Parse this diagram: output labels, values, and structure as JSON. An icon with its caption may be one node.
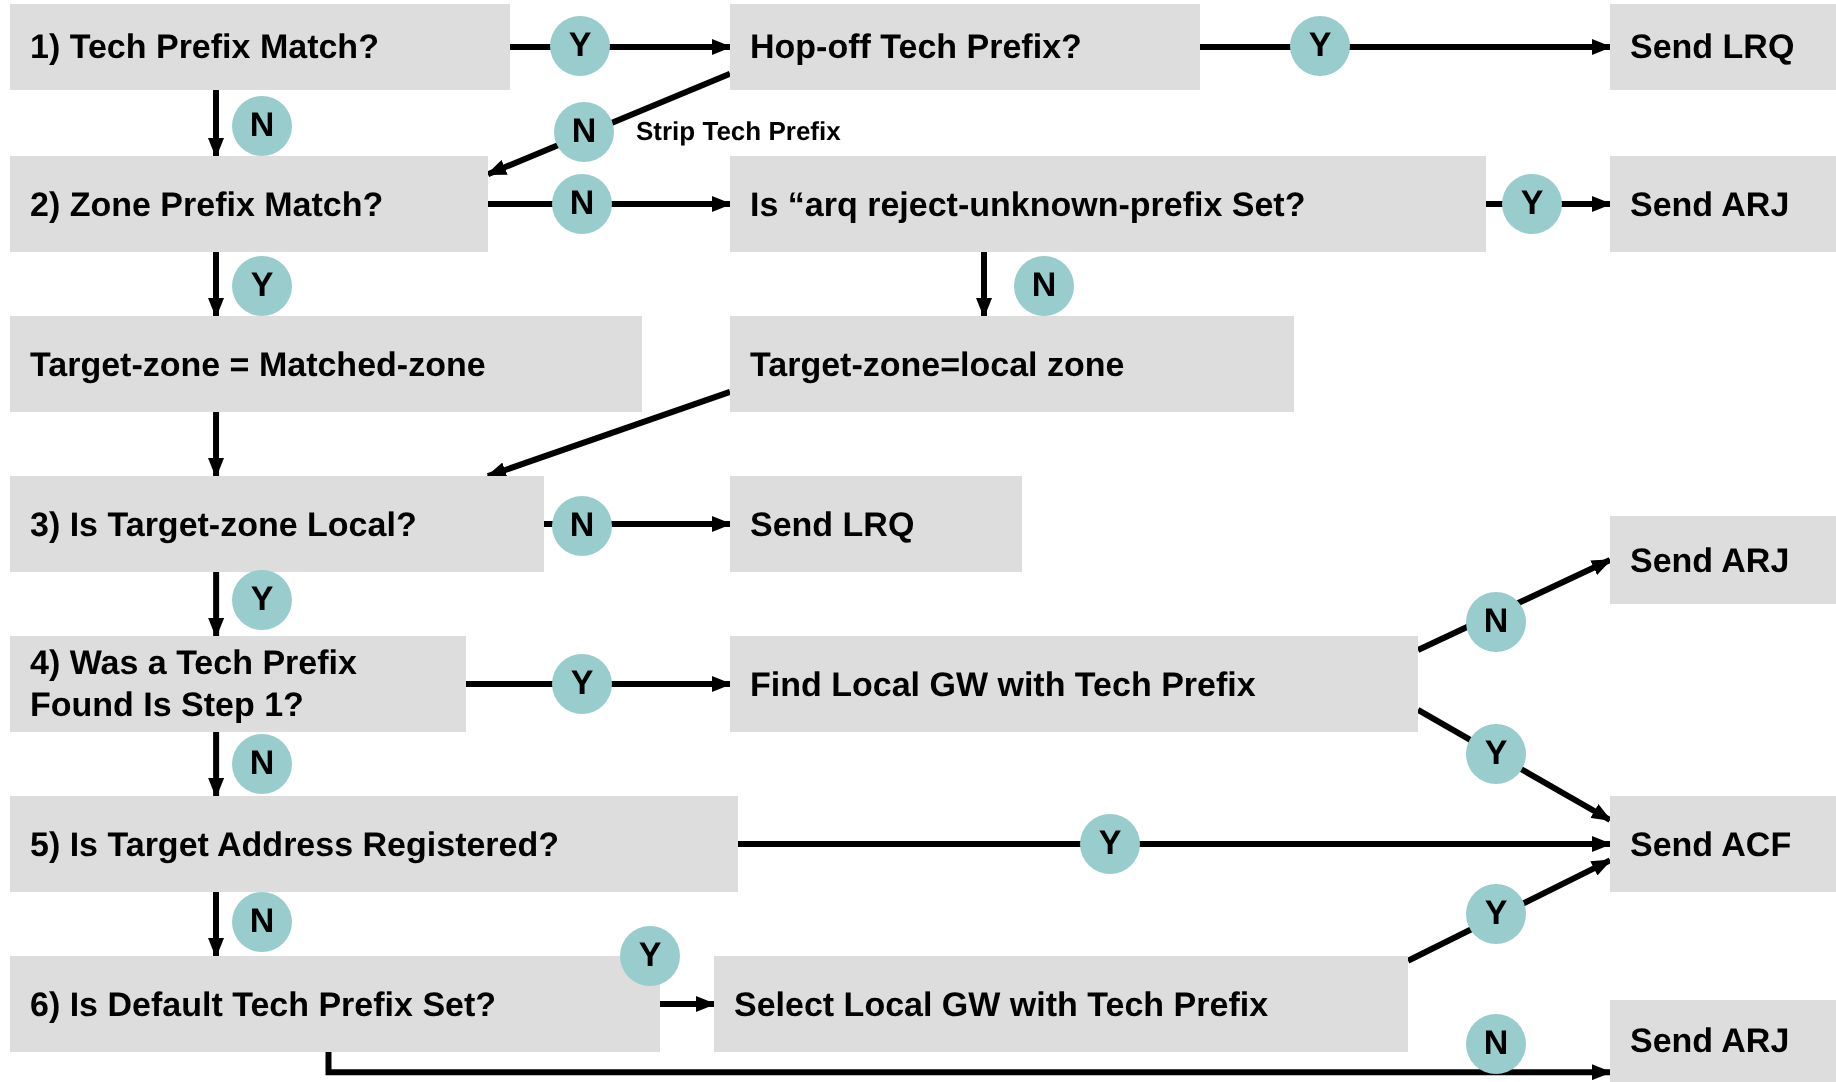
{
  "diagram": {
    "nodes": [
      {
        "text": [
          "1) Tech Prefix Match?"
        ]
      },
      {
        "text": [
          "Hop-off Tech Prefix?"
        ]
      },
      {
        "text": [
          "Send LRQ"
        ]
      },
      {
        "text": [
          "2) Zone Prefix Match?"
        ]
      },
      {
        "text": [
          "Is “arq reject-unknown-prefix Set?"
        ]
      },
      {
        "text": [
          "Send ARJ"
        ]
      },
      {
        "text": [
          "Target-zone = Matched-zone"
        ]
      },
      {
        "text": [
          "Target-zone=local zone"
        ]
      },
      {
        "text": [
          "3) Is Target-zone Local?"
        ]
      },
      {
        "text": [
          "Send LRQ"
        ]
      },
      {
        "text": [
          "Send ARJ"
        ]
      },
      {
        "text": [
          "4) Was a Tech Prefix Found Is Step 1?"
        ]
      },
      {
        "text": [
          "Find Local GW with Tech Prefix"
        ]
      },
      {
        "text": [
          "5) Is Target Address Registered?"
        ]
      },
      {
        "text": [
          "Send ACF"
        ]
      },
      {
        "text": [
          "6) Is Default Tech Prefix Set?"
        ]
      },
      {
        "text": [
          "Select Local GW with Tech Prefix"
        ]
      },
      {
        "text": [
          "Send ARJ"
        ]
      }
    ],
    "edges": [
      {
        "from": 0,
        "to": 1,
        "arrow": "to",
        "label": "Y"
      },
      {
        "from": 1,
        "to": 2,
        "arrow": "to",
        "label": "Y"
      },
      {
        "from": 0,
        "to": 3,
        "arrow": "to",
        "label": "N"
      },
      {
        "from": 1,
        "to": 3,
        "arrow": "to",
        "label": "N"
      },
      {
        "from": 3,
        "to": 4,
        "arrow": "to",
        "label": "N"
      },
      {
        "from": 4,
        "to": 5,
        "arrow": "to",
        "label": "Y"
      },
      {
        "from": 3,
        "to": 6,
        "arrow": "to",
        "label": "Y"
      },
      {
        "from": 4,
        "to": 7,
        "arrow": "to",
        "label": "N"
      },
      {
        "from": 6,
        "to": 8,
        "arrow": "to"
      },
      {
        "from": 7,
        "to": 8,
        "arrow": "to"
      },
      {
        "from": 8,
        "to": 9,
        "arrow": "to",
        "label": "N"
      },
      {
        "from": 8,
        "to": 11,
        "arrow": "to",
        "label": "Y"
      },
      {
        "from": 11,
        "to": 12,
        "arrow": "to",
        "label": "Y"
      },
      {
        "from": 12,
        "to": 10,
        "arrow": "to",
        "label": "N"
      },
      {
        "from": 12,
        "to": 14,
        "arrow": "to",
        "label": "Y"
      },
      {
        "from": 11,
        "to": 13,
        "arrow": "to",
        "label": "N"
      },
      {
        "from": 13,
        "to": 14,
        "arrow": "to",
        "label": "Y"
      },
      {
        "from": 13,
        "to": 15,
        "arrow": "to",
        "label": "N"
      },
      {
        "from": 15,
        "to": 16,
        "arrow": "to",
        "label": "Y"
      },
      {
        "from": 16,
        "to": 14,
        "arrow": "to",
        "label": "Y"
      },
      {
        "from": 15,
        "to": 17,
        "arrow": "to",
        "label": "N"
      }
    ],
    "labels": [
      "Strip Tech Prefix"
    ]
  }
}
